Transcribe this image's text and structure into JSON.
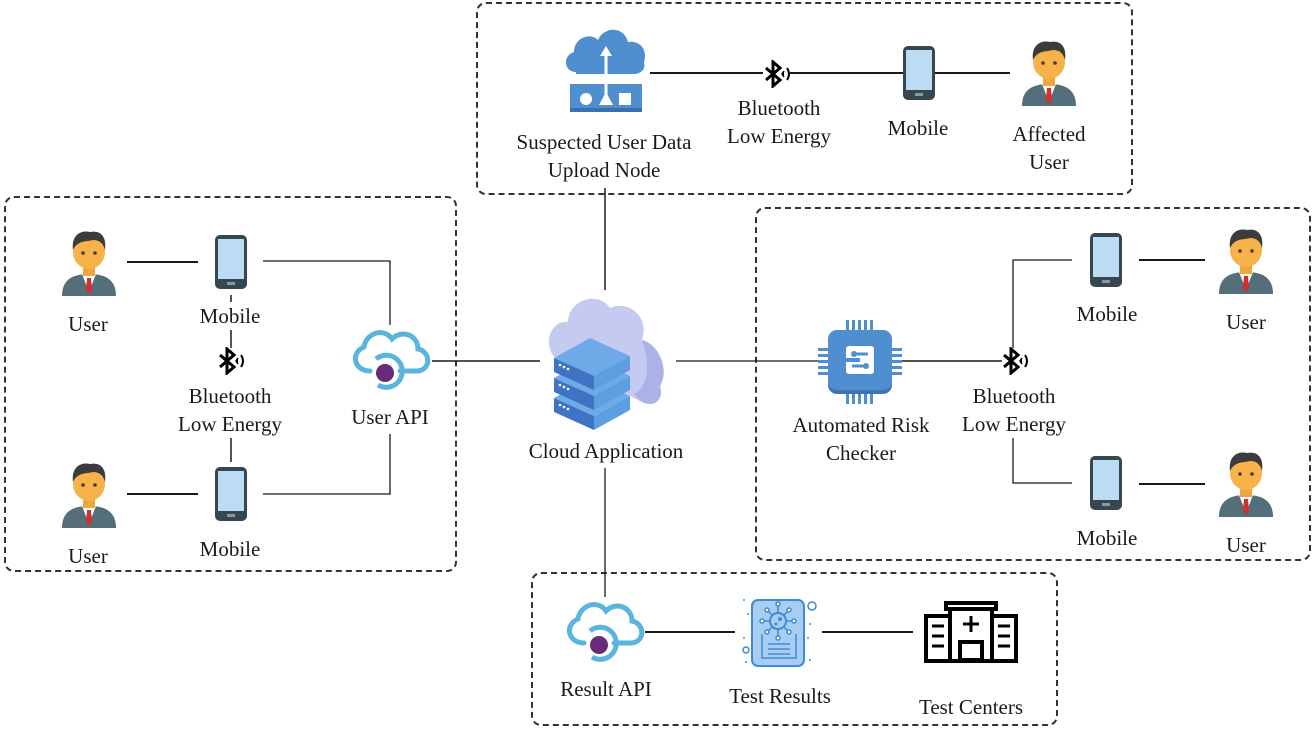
{
  "diagram": {
    "groups": [
      {
        "id": "top",
        "name": "upload-group"
      },
      {
        "id": "left",
        "name": "user-api-group"
      },
      {
        "id": "right",
        "name": "risk-checker-group"
      },
      {
        "id": "bottom",
        "name": "result-group"
      }
    ],
    "labels": {
      "upload_node": [
        "Suspected User Data",
        "Upload Node"
      ],
      "ble_top": [
        "Bluetooth",
        "Low Energy"
      ],
      "mobile_top": "Mobile",
      "affected_user": [
        "Affected",
        "User"
      ],
      "user_left_top": "User",
      "mobile_left_top": "Mobile",
      "ble_left": [
        "Bluetooth",
        "Low Energy"
      ],
      "user_api": "User API",
      "user_left_bottom": "User",
      "mobile_left_bottom": "Mobile",
      "cloud_app": "Cloud Application",
      "risk_checker": [
        "Automated Risk",
        "Checker"
      ],
      "ble_right": [
        "Bluetooth",
        "Low Energy"
      ],
      "mobile_right_top": "Mobile",
      "user_right_top": "User",
      "mobile_right_bottom": "Mobile",
      "user_right_bottom": "User",
      "result_api": "Result API",
      "test_results": "Test Results",
      "test_centers": "Test Centers"
    },
    "colors": {
      "cloud_blue": "#4f8fd0",
      "api_cloud": "#5ab4dc",
      "api_dot": "#6a2a7a",
      "chip_blue": "#4f8fd0",
      "phone_frame": "#37474f",
      "phone_screen": "#bcdcf4",
      "skin": "#f7b24a",
      "hair": "#3c3c3c",
      "suit": "#546e7a",
      "tie": "#d32f2f",
      "server_blue": "#5b9fe0",
      "cloud_lilac": "#c5caf0",
      "line": "#1a1a1a",
      "dash": "#333333"
    }
  }
}
